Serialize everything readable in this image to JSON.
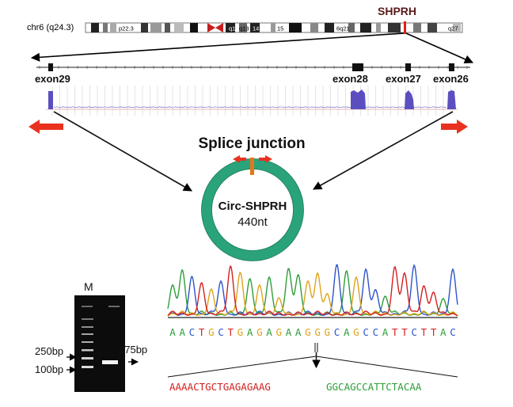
{
  "chromosome": {
    "name": "chr6 (q24.3)",
    "bands": [
      "p22.3",
      "q12",
      "q13",
      "14.1",
      "15",
      "6q21",
      "q27"
    ]
  },
  "gene": {
    "name": "SHPRH"
  },
  "exons": {
    "exon29": "exon29",
    "exon28": "exon28",
    "exon27": "exon27",
    "exon26": "exon26"
  },
  "circ": {
    "splice_label": "Splice junction",
    "name": "Circ-SHPRH",
    "length": "440nt"
  },
  "gel": {
    "marker": "M",
    "ladder_250": "250bp",
    "ladder_100": "100bp",
    "product": "175bp"
  },
  "sequence": {
    "chromatogram": [
      "A",
      "A",
      "C",
      "T",
      "G",
      "C",
      "T",
      "G",
      "A",
      "G",
      "A",
      "G",
      "A",
      "A",
      "G",
      "G",
      "G",
      "C",
      "A",
      "G",
      "C",
      "C",
      "A",
      "T",
      "T",
      "C",
      "T",
      "T",
      "A",
      "C"
    ],
    "left_part": "AAAACTGCTGAGAGAAG",
    "right_part": "GGCAGCCATTCTACAA"
  },
  "colors": {
    "A": "#2e9e3a",
    "C": "#2d54c8",
    "G": "#e0a21a",
    "T": "#d32020",
    "circle": "#2aa37a",
    "arrow": "#e8321f",
    "coverage": "#5b4fc0",
    "junction": "#e6761a"
  }
}
